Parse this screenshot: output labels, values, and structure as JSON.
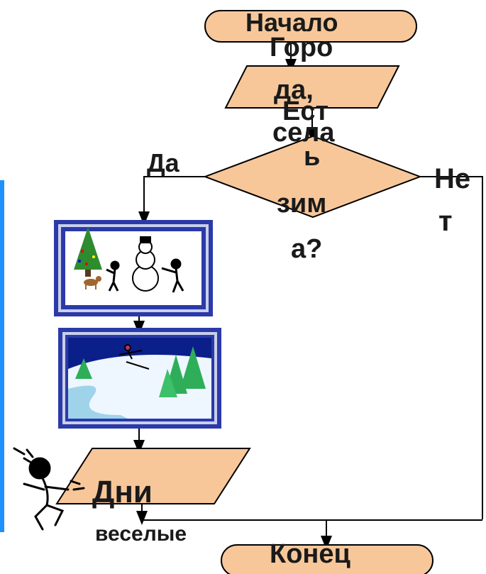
{
  "flowchart": {
    "start_label": "Начало",
    "input_lines": [
      "Горо",
      "да,",
      "села"
    ],
    "decision_lines": [
      "Ест",
      "ь",
      "зим",
      "а?"
    ],
    "yes_label": "Да",
    "no_lines": [
      "Не",
      "т"
    ],
    "output_lines": [
      "Дни",
      "веселые"
    ],
    "end_label": "Конец"
  },
  "colors": {
    "fill": "#f7c79a",
    "stroke": "#000000",
    "text": "#1a1a1a",
    "frame_outer": "#2b3aa8",
    "frame_inner": "#c9cfea",
    "accent_bar": "#1e90ff"
  },
  "pictures": [
    "winter-snowman-picture",
    "skier-picture",
    "running-person-icon"
  ]
}
